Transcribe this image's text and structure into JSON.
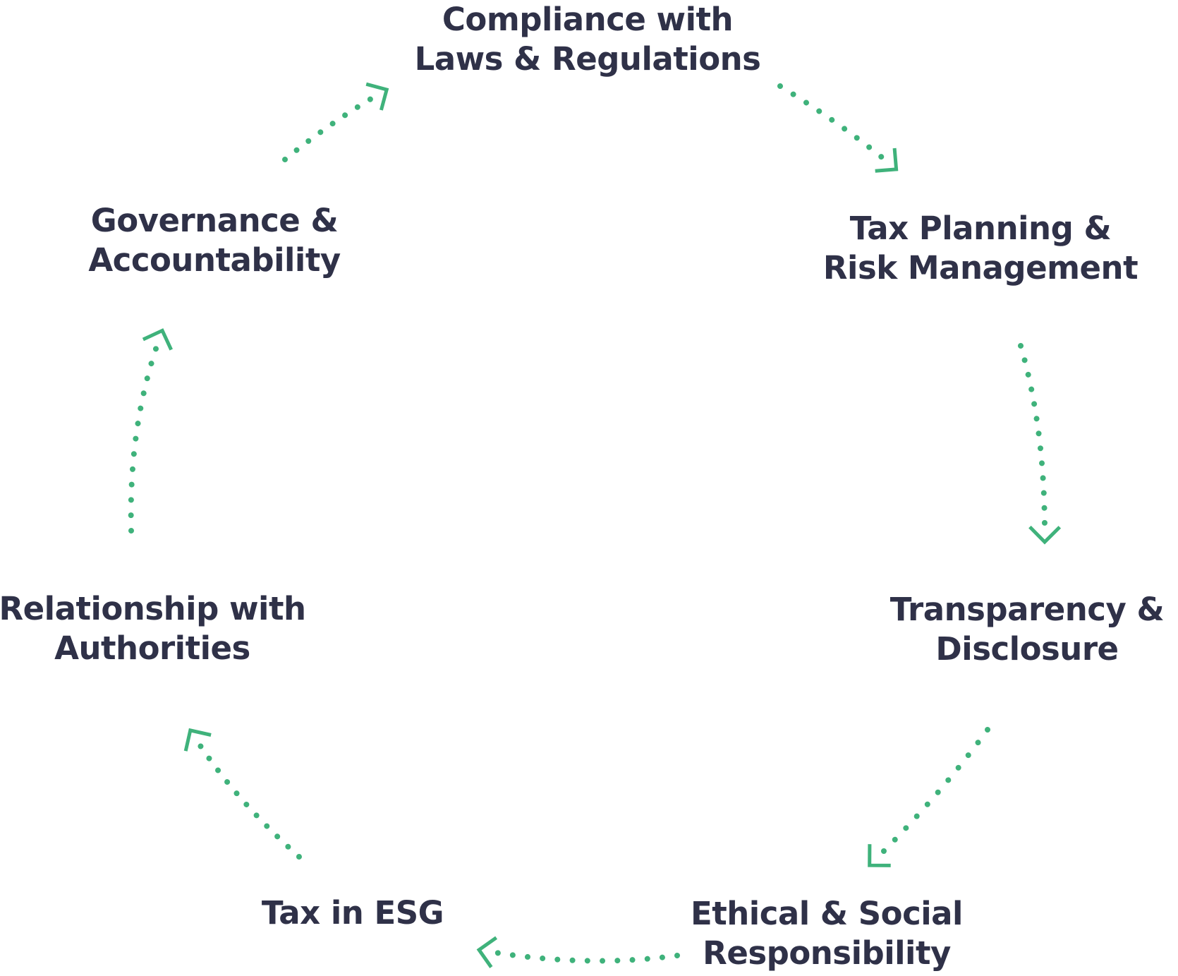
{
  "diagram": {
    "nodes": [
      {
        "id": "compliance",
        "lines": [
          "Compliance with",
          "Laws & Regulations"
        ]
      },
      {
        "id": "tax-planning",
        "lines": [
          "Tax Planning &",
          "Risk Management"
        ]
      },
      {
        "id": "transparency",
        "lines": [
          "Transparency &",
          "Disclosure"
        ]
      },
      {
        "id": "ethical",
        "lines": [
          "Ethical & Social",
          "Responsibility"
        ]
      },
      {
        "id": "tax-esg",
        "lines": [
          "Tax in ESG"
        ]
      },
      {
        "id": "relationship",
        "lines": [
          "Relationship with",
          "Authorities"
        ]
      },
      {
        "id": "governance",
        "lines": [
          "Governance &",
          "Accountability"
        ]
      }
    ],
    "edges": [
      {
        "from": "compliance",
        "to": "tax-planning"
      },
      {
        "from": "tax-planning",
        "to": "transparency"
      },
      {
        "from": "transparency",
        "to": "ethical"
      },
      {
        "from": "ethical",
        "to": "tax-esg"
      },
      {
        "from": "tax-esg",
        "to": "relationship"
      },
      {
        "from": "relationship",
        "to": "governance"
      },
      {
        "from": "governance",
        "to": "compliance"
      }
    ],
    "colors": {
      "text": "#2f3148",
      "arrow": "#3fb27b",
      "background": "#ffffff"
    }
  }
}
